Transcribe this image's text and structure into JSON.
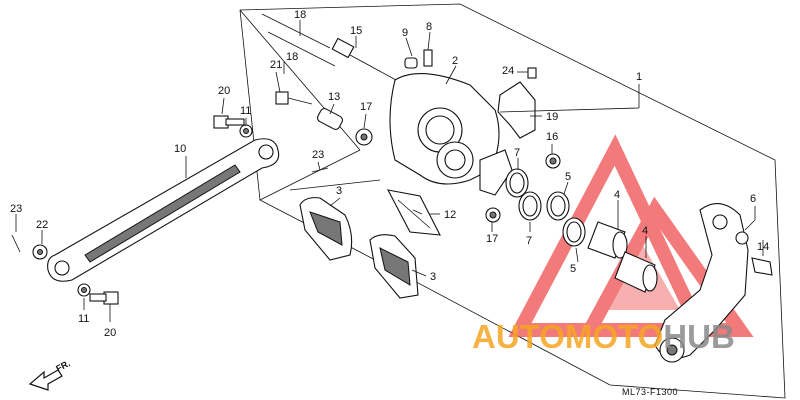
{
  "diagram": {
    "code": "ML73-F1300",
    "direction_label": "FR.",
    "watermark": {
      "part1": "AUTOMOTO",
      "part2": "HUB",
      "color_orange": "#f5a623",
      "color_grey": "#8a8a8a",
      "logo_color": "#f04e4e"
    },
    "callouts": [
      "1",
      "2",
      "3",
      "3",
      "4",
      "4",
      "5",
      "5",
      "6",
      "7",
      "7",
      "8",
      "9",
      "10",
      "11",
      "11",
      "12",
      "13",
      "14",
      "15",
      "16",
      "17",
      "17",
      "18",
      "18",
      "19",
      "20",
      "20",
      "21",
      "22",
      "23",
      "23",
      "24"
    ]
  }
}
